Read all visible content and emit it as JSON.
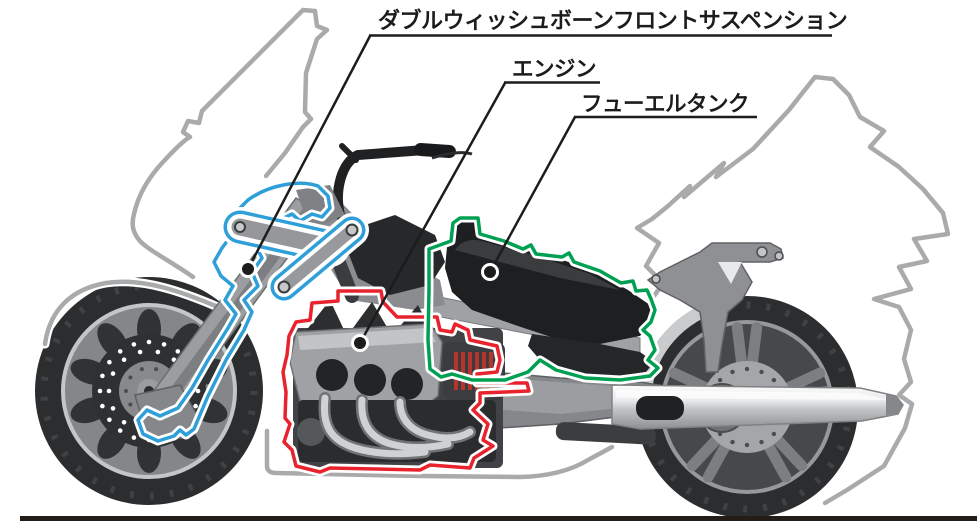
{
  "diagram": {
    "type": "motorcycle-component-cutaway",
    "labels": {
      "suspension": {
        "text": "ダブルウィッシュボーンフロントサスペンション"
      },
      "engine": {
        "text": "エンジン"
      },
      "fuel_tank": {
        "text": "フューエルタンク"
      }
    },
    "colors": {
      "suspension_outline": "#2e9fd8",
      "engine_outline": "#e8232d",
      "fuel_tank_outline": "#00a053",
      "body_outline": "#a8aaac",
      "leader_line": "#1c1c1c",
      "ground_line": "#241c17"
    }
  }
}
